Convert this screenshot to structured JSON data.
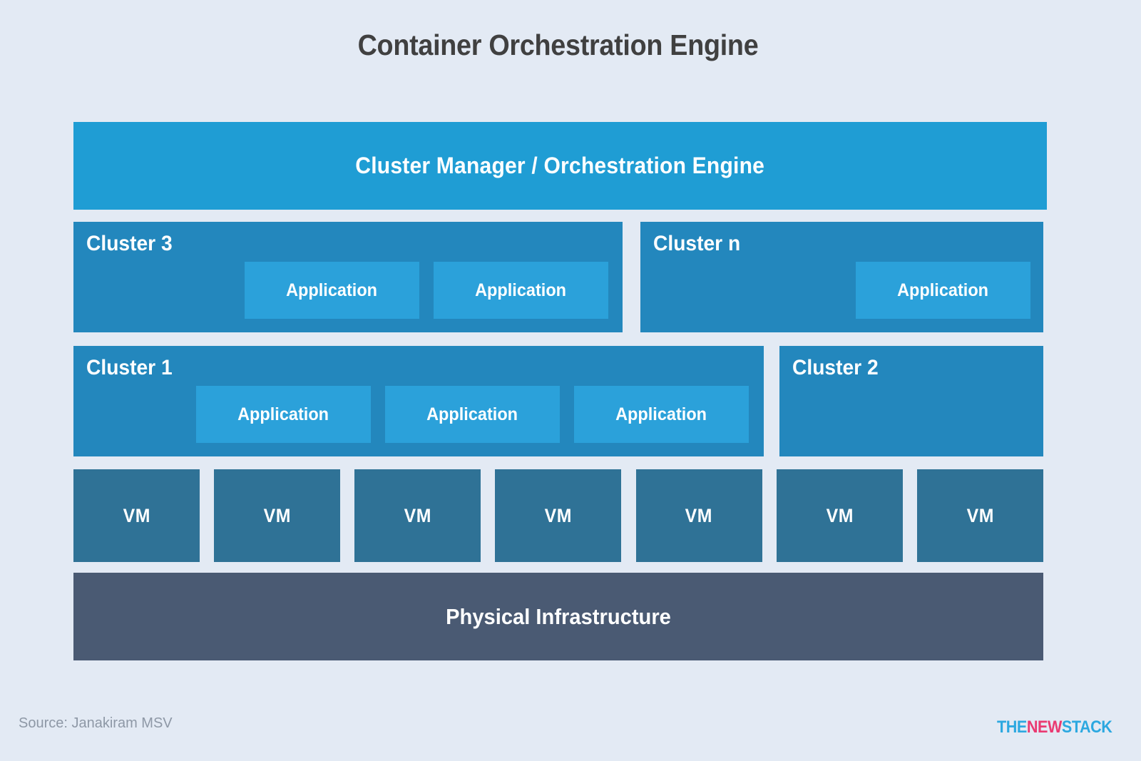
{
  "page": {
    "title": "Container Orchestration Engine",
    "background_color": "#e3eaf4"
  },
  "colors": {
    "orchestrator": "#1f9dd4",
    "cluster": "#2387bd",
    "application": "#2ba1da",
    "vm": "#2f7296",
    "infrastructure": "#4a5a73",
    "title_text": "#404040",
    "source_text": "#8e98a6",
    "logo_cyan": "#2ca8e0",
    "logo_pink": "#ea3a72"
  },
  "orchestrator": {
    "label": "Cluster Manager / Orchestration Engine"
  },
  "clusters": [
    {
      "id": "cluster-3",
      "label": "Cluster 3",
      "applications": [
        "Application",
        "Application"
      ]
    },
    {
      "id": "cluster-n",
      "label": "Cluster n",
      "applications": [
        "Application"
      ]
    },
    {
      "id": "cluster-1",
      "label": "Cluster 1",
      "applications": [
        "Application",
        "Application",
        "Application"
      ]
    },
    {
      "id": "cluster-2",
      "label": "Cluster 2",
      "applications": []
    }
  ],
  "vms": [
    {
      "label": "VM"
    },
    {
      "label": "VM"
    },
    {
      "label": "VM"
    },
    {
      "label": "VM"
    },
    {
      "label": "VM"
    },
    {
      "label": "VM"
    },
    {
      "label": "VM"
    }
  ],
  "infrastructure": {
    "label": "Physical Infrastructure"
  },
  "footer": {
    "source": "Source: Janakiram MSV",
    "logo": {
      "part1": "THE",
      "part2": "NEW",
      "part3": "STACK"
    }
  }
}
